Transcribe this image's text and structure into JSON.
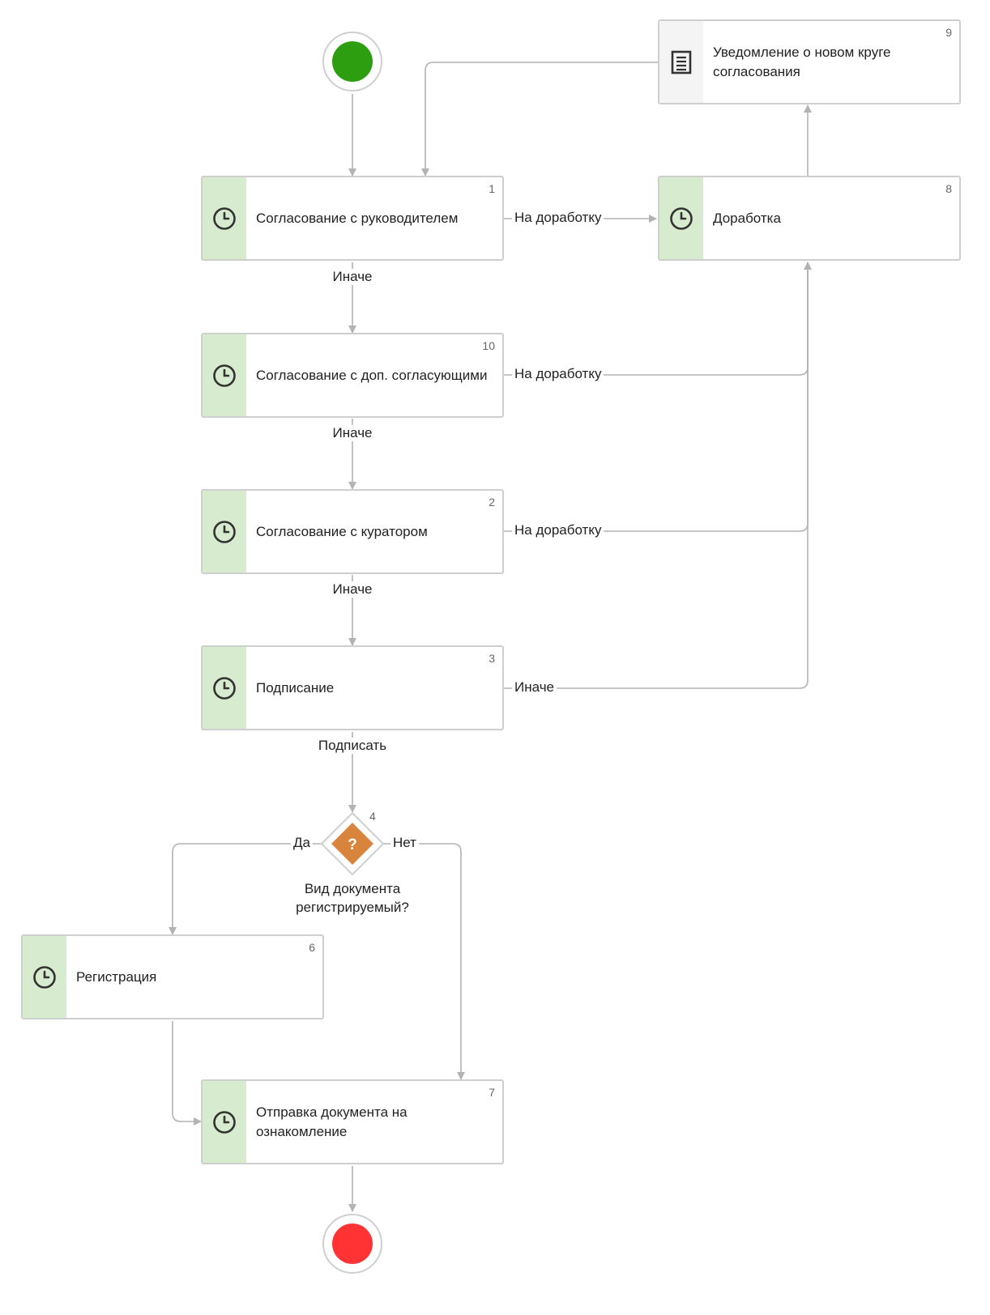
{
  "diagram": {
    "colors": {
      "start": "#2e9e11",
      "end": "#ff3333",
      "task_stripe": "#d7ebcf",
      "notify_stripe": "#f4f4f4",
      "connector": "#b3b3b3",
      "gateway": "#d9843d"
    },
    "start_event": {
      "icon": "start-circle"
    },
    "end_event": {
      "icon": "end-circle"
    },
    "blocks": [
      {
        "id": "1",
        "number": "1",
        "title": "Согласование с руководителем",
        "icon": "clock-icon"
      },
      {
        "id": "10",
        "number": "10",
        "title": "Согласование с доп. согласующими",
        "icon": "clock-icon"
      },
      {
        "id": "2",
        "number": "2",
        "title": "Согласование с куратором",
        "icon": "clock-icon"
      },
      {
        "id": "3",
        "number": "3",
        "title": "Подписание",
        "icon": "clock-icon"
      },
      {
        "id": "6",
        "number": "6",
        "title": "Регистрация",
        "icon": "clock-icon"
      },
      {
        "id": "7",
        "number": "7",
        "title": "Отправка документа на ознакомление",
        "icon": "clock-icon"
      },
      {
        "id": "8",
        "number": "8",
        "title": "Доработка",
        "icon": "clock-icon"
      },
      {
        "id": "9",
        "number": "9",
        "title": "Уведомление о новом круге согласования",
        "icon": "document-icon"
      }
    ],
    "gateway": {
      "number": "4",
      "symbol": "?",
      "question": "Вид документа регистрируемый?",
      "yes_label": "Да",
      "no_label": "Нет"
    },
    "edge_labels": {
      "b1_rework": "На доработку",
      "b1_else": "Иначе",
      "b10_rework": "На доработку",
      "b10_else": "Иначе",
      "b2_rework": "На доработку",
      "b2_else": "Иначе",
      "b3_else": "Иначе",
      "b3_sign": "Подписать"
    }
  }
}
